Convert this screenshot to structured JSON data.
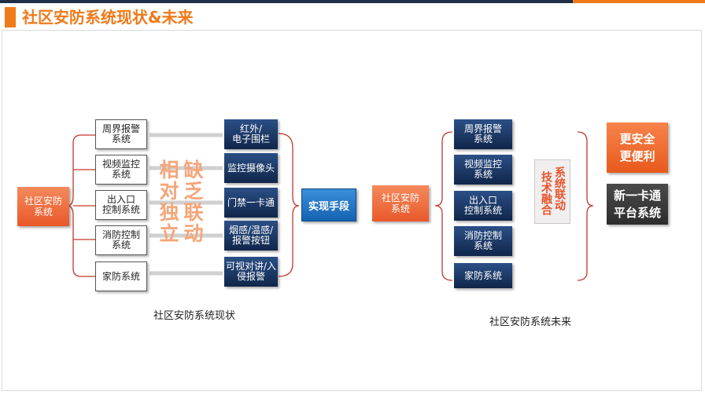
{
  "header": {
    "title": "社区安防系统现状&未来"
  },
  "left": {
    "root": "社区安防\n系统",
    "subsystems": [
      "周界报警\n系统",
      "视频监控\n系统",
      "出入口\n控制系统",
      "消防控制\n系统",
      "家防系统"
    ],
    "means": [
      "红外/\n电子围栏",
      "监控摄像头",
      "门禁一卡通",
      "烟感/温感/\n报警按钮",
      "可视对讲/入\n侵报警"
    ],
    "overlay_col1": "相对独立",
    "overlay_col2": "缺乏联动",
    "implement": "实现手段",
    "caption": "社区安防系统现状"
  },
  "right": {
    "root": "社区安防\n系统",
    "subsystems": [
      "周界报警\n系统",
      "视频监控\n系统",
      "出入口\n控制系统",
      "消防控制\n系统",
      "家防系统"
    ],
    "tech_col1": "系统联动",
    "tech_col2": "技术融合",
    "result1": [
      "更安全",
      "更便利"
    ],
    "result2": [
      "新一卡通",
      "平台系统"
    ],
    "caption": "社区安防系统未来"
  },
  "colors": {
    "accent": "#f07a1a",
    "navy": "#1f2f47",
    "blue": "#1a6fc0",
    "gray": "#3a3a3a"
  }
}
